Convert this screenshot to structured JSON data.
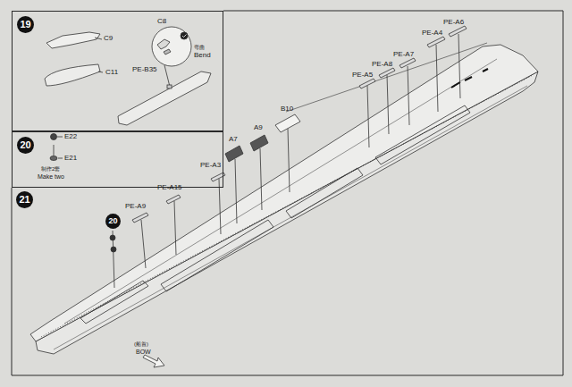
{
  "diagram": {
    "nodes": [
      {
        "text": [
          "19"
        ]
      },
      {
        "text": [
          "20"
        ]
      },
      {
        "text": [
          "21"
        ]
      },
      {
        "text": [
          "20"
        ],
        "in": 2
      }
    ],
    "labels": [
      "C8",
      "C9",
      "C11",
      "弯曲",
      "Bend",
      "PE-B35",
      "E22",
      "E21",
      "制作2套",
      "Make two",
      "PE-A9",
      "PE-A15",
      "PE-A3",
      "A7",
      "A9",
      "B10",
      "PE-A5",
      "PE-A8",
      "PE-A7",
      "PE-A4",
      "PE-A6",
      "(船首)",
      "BOW"
    ]
  }
}
